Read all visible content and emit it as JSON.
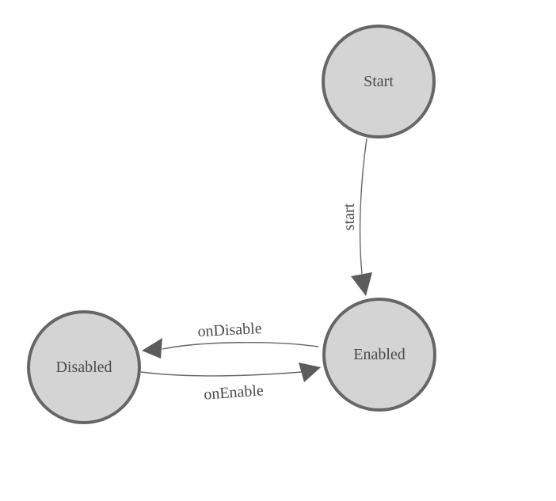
{
  "diagram": {
    "kind": "state-machine",
    "nodes": [
      {
        "id": "start-node",
        "label": "Start"
      },
      {
        "id": "enabled-node",
        "label": "Enabled"
      },
      {
        "id": "disabled-node",
        "label": "Disabled"
      }
    ],
    "edges": [
      {
        "from": "Start",
        "to": "Enabled",
        "label": "start"
      },
      {
        "from": "Enabled",
        "to": "Disabled",
        "label": "onDisable"
      },
      {
        "from": "Disabled",
        "to": "Enabled",
        "label": "onEnable"
      }
    ]
  },
  "colors": {
    "background": "#ffffff",
    "node_fill": "#d4d4d4",
    "node_stroke": "#666666",
    "edge_stroke": "#666666",
    "arrow_fill": "#5c5c5c",
    "label_color": "#4a4a4a"
  }
}
